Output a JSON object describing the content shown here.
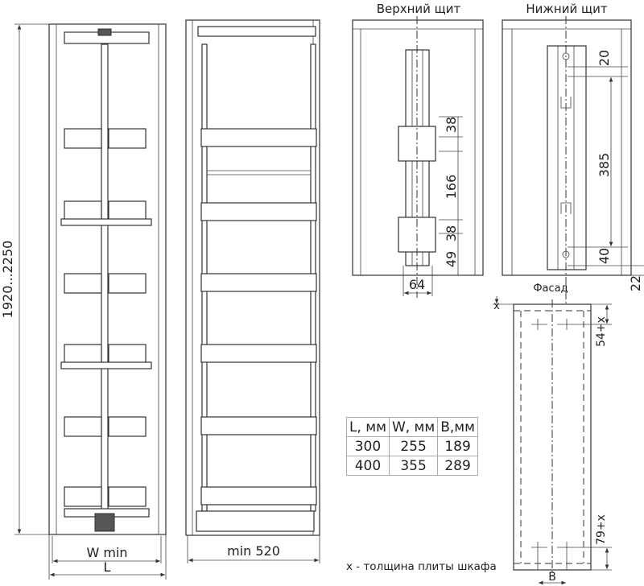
{
  "left_view": {
    "height_label": "1920...2250",
    "w_min_label": "W min",
    "l_label": "L"
  },
  "middle_view": {
    "depth_label": "min 520"
  },
  "top_panel": {
    "title": "Верхний щит",
    "dims": [
      "38",
      "166",
      "38",
      "49"
    ],
    "width_dim": "64"
  },
  "bottom_panel": {
    "title": "Нижний щит",
    "dims": [
      "20",
      "385",
      "40"
    ],
    "offset_dim": "22"
  },
  "facade_view": {
    "title": "Фасад",
    "x_label": "x",
    "top_dim": "54+x",
    "bottom_dim": "79+x",
    "b_label": "B"
  },
  "size_table": {
    "headers": [
      "L, мм",
      "W, мм",
      "B,мм"
    ],
    "rows": [
      [
        "300",
        "255",
        "189"
      ],
      [
        "400",
        "355",
        "289"
      ]
    ]
  },
  "footnote": "x - толщина плиты шкафа"
}
